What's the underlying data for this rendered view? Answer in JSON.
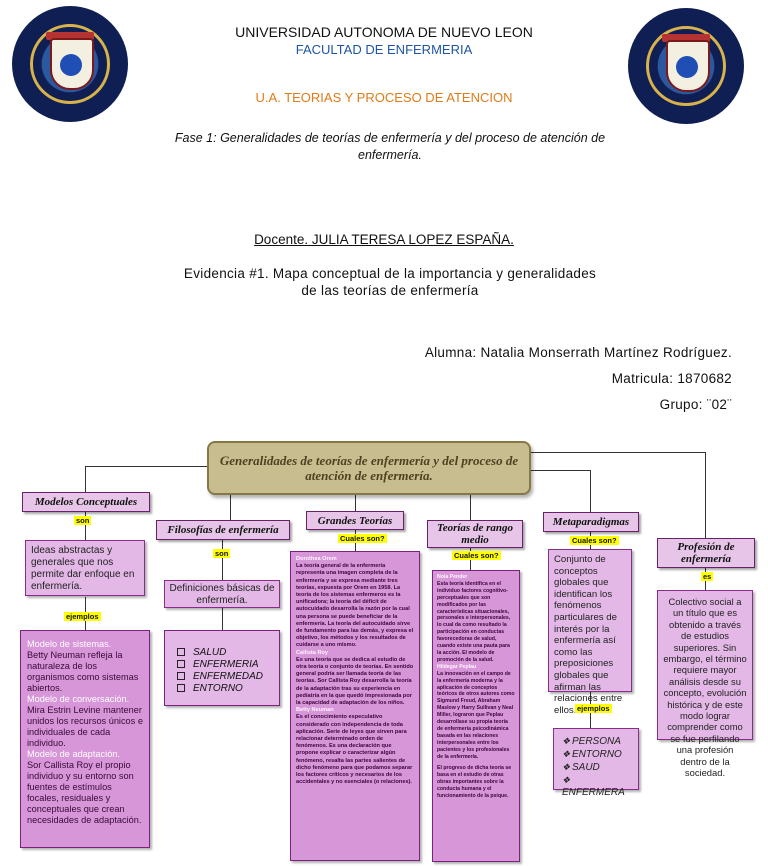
{
  "header": {
    "university": "UNIVERSIDAD AUTONOMA DE NUEVO LEON",
    "faculty": "FACULTAD DE ENFERMERIA",
    "unit": "U.A. TEORIAS Y PROCESO DE ATENCION",
    "phase": "Fase 1: Generalidades de teorías de enfermería y del proceso de atención de enfermería.",
    "teacher": "Docente. JULIA TERESA LOPEZ ESPAÑA.",
    "evidence_line1": "Evidencia #1. Mapa conceptual de la importancia y generalidades",
    "evidence_line2": "de las teorías de enfermería",
    "student": "Alumna: Natalia Monserrath Martínez Rodríguez.",
    "id": "Matricula: 1870682",
    "group": "Grupo: ¨02¨"
  },
  "map": {
    "title": "Generalidades de teorías de enfermería y del proceso de atención de enfermería.",
    "c1": {
      "label": "Modelos Conceptuales",
      "tag1": "son",
      "desc": "Ideas abstractas y generales que nos permite dar enfoque en enfermería.",
      "tag2": "ejemplos",
      "ex1_title": "Modelo de sistemas.",
      "ex1_text": "Betty Neuman refleja la naturaleza de los organismos como sistemas abiertos.",
      "ex2_title": "Modelo de conversación.",
      "ex2_text": "Mira Estrin Levine mantener unidos los recursos únicos e individuales de cada individuo.",
      "ex3_title": "Modelo de adaptación.",
      "ex3_text": "Sor Callista Roy el propio individuo y su entorno son fuentes de estímulos focales, residuales y conceptuales que crean necesidades de adaptación."
    },
    "c2": {
      "label": "Filosofías de enfermería",
      "tag1": "son",
      "desc": "Definiciones básicas de enfermería.",
      "items": [
        "SALUD",
        "ENFERMERIA",
        "ENFERMEDAD",
        "ENTORNO"
      ]
    },
    "c3": {
      "label": "Grandes Teorías",
      "tag1": "Cuales son?",
      "t1_title": "Dorothea Orem",
      "t1_text": "La teoría general de la enfermería representa una imagen completa de la enfermería y se expresa mediante tres teorías, expuesta por Orem en 1958. La teoría de los sistemas enfermeros es la unificadora; la teoría del déficit de autocuidado desarrolla la razón por la cual una persona se puede beneficiar de la enfermería. La teoría del autocuidado sirve de fundamento para las demás, y expresa el objetivo, los métodos y los resultados de cuidarse a uno mismo.",
      "t2_title": "Callista Roy",
      "t2_text": "Es una teoría que se dedica al estudio de otra teoría o conjunto de teorías. En sentido general podría ser llamada teoría de las teorías. Sor Callista Roy desarrolla la teoría de la adaptación tras su experiencia en pediatría en la que quedó impresionada por la capacidad de adaptación de los niños.",
      "t3_title": "Betty Neuman",
      "t3_text": "Es el conocimiento especulativo considerado con independencia de toda aplicación. Serie de leyes que sirven para relacionar determinado orden de fenómenos. Es una declaración que propone explicar o caracterizar algún fenómeno, resalta las partes salientes de dicho fenómeno para que podamos separar los factores críticos y necesarios de los accidentales y no esenciales (o relaciones)."
    },
    "c4": {
      "label": "Teorías de rango medio",
      "tag1": "Cuales son?",
      "t1_title": "Nola Pender",
      "t1_text": "Esta teoría identifica en el individuo factores cognitivo-perceptuales que son modificados por las características situacionales, personales e interpersonales, lo cual da como resultado la participación en conductas favorecedoras de salud, cuando existe una pauta para la acción. El modelo de promoción de la salud.",
      "t2_title": "Hildegar Peplau",
      "t2_text": "La innovación en el campo de la enfermería moderna y la aplicación de conceptos teóricos de otros autores como Sigmund Freud, Abraham Maslow y Harry Sullivan y Neal Miller, lograron que Peplau desarrollase su propia teoría de enfermería psicodinámica basada en las relaciones interpersonales entre los pacientes y los profesionales de la enfermería.",
      "t3_text": "El progreso de dicha teoría se basa en el estudio de otras obras importantes sobre la conducta humana y el funcionamiento de la psique."
    },
    "c5": {
      "label": "Metaparadigmas",
      "tag1": "Cuales son?",
      "desc": "Conjunto de conceptos globales que identifican los fenómenos particulares de interés por la enfermería así como las preposiciones globales que afirman las relaciones entre ellos.",
      "tag2": "ejemplos",
      "items": [
        "PERSONA",
        "ENTORNO",
        "SAUD",
        "ENFERMERA"
      ]
    },
    "c6": {
      "label": "Profesión de enfermería",
      "tag1": "es",
      "desc": "Colectivo social a un título que es obtenido a través de estudios superiores. Sin embargo, el término requiere mayor análisis desde su concepto, evolución histórica y de este modo lograr comprender como se fue perfilando una profesión dentro de la sociedad."
    }
  }
}
